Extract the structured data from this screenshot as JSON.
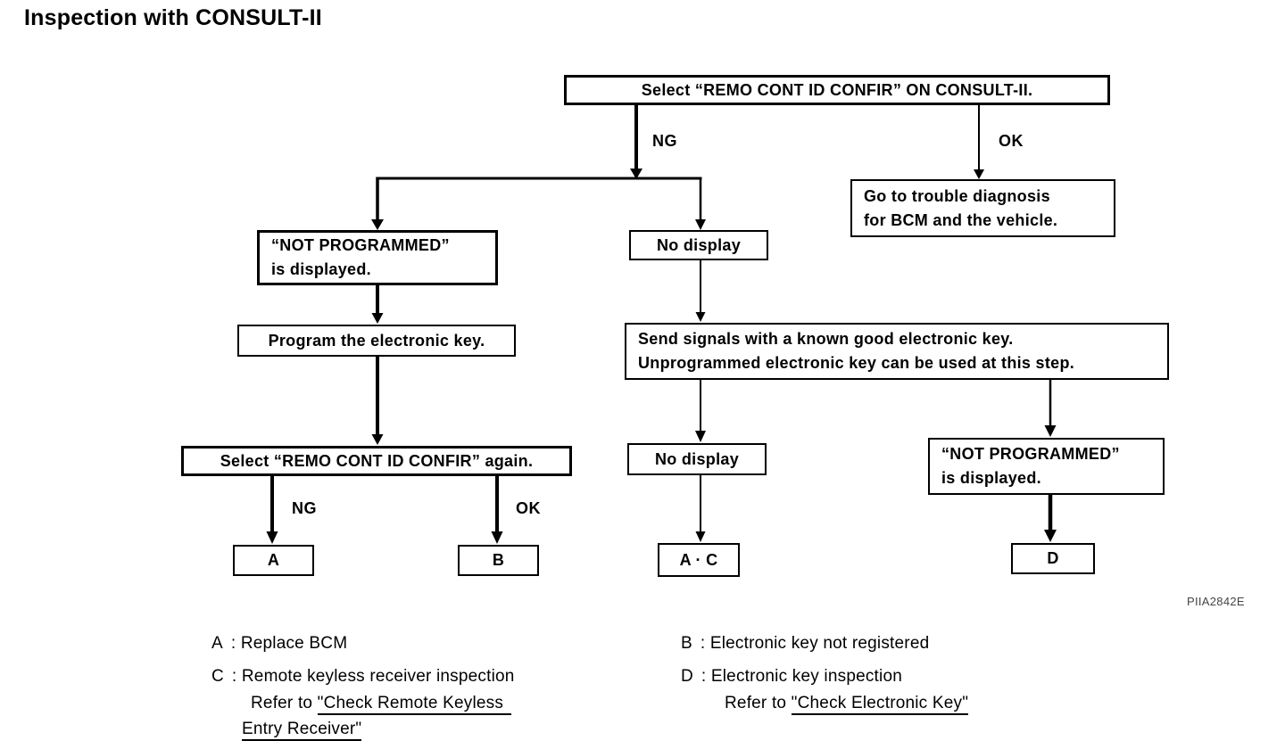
{
  "page": {
    "title": "Inspection with CONSULT-II",
    "figure_code": "PIIA2842E"
  },
  "flowchart": {
    "nodes": {
      "select_confir": "Select “REMO CONT ID CONFIR” ON CONSULT-II.",
      "go_trouble": "Go to trouble diagnosis\nfor BCM and the vehicle.",
      "not_programmed_left": "“NOT PROGRAMMED”\nis displayed.",
      "no_display_1": "No display",
      "program_key": "Program the electronic key.",
      "send_signals": "Send signals with a known good electronic key.\nUnprogrammed electronic key can be used at this step.",
      "select_again": "Select “REMO CONT ID CONFIR” again.",
      "no_display_2": "No display",
      "not_programmed_right": "“NOT PROGRAMMED”\nis displayed.",
      "result_a": "A",
      "result_b": "B",
      "result_ac": "A · C",
      "result_d": "D"
    },
    "edge_labels": {
      "ng_top": "NG",
      "ok_top": "OK",
      "ng_again": "NG",
      "ok_again": "OK"
    }
  },
  "legend": {
    "a": {
      "key": "A",
      "text": ": Replace BCM"
    },
    "b": {
      "key": "B",
      "text": ": Electronic key not registered"
    },
    "c": {
      "key": "C",
      "text": ": Remote keyless receiver inspection",
      "refer_prefix": "Refer to ",
      "link_line1": "\"Check Remote Keyless",
      "link_line2": "Entry Receiver\""
    },
    "d": {
      "key": "D",
      "text": ": Electronic key inspection",
      "refer_prefix": "Refer to ",
      "link": "\"Check Electronic Key\""
    }
  }
}
